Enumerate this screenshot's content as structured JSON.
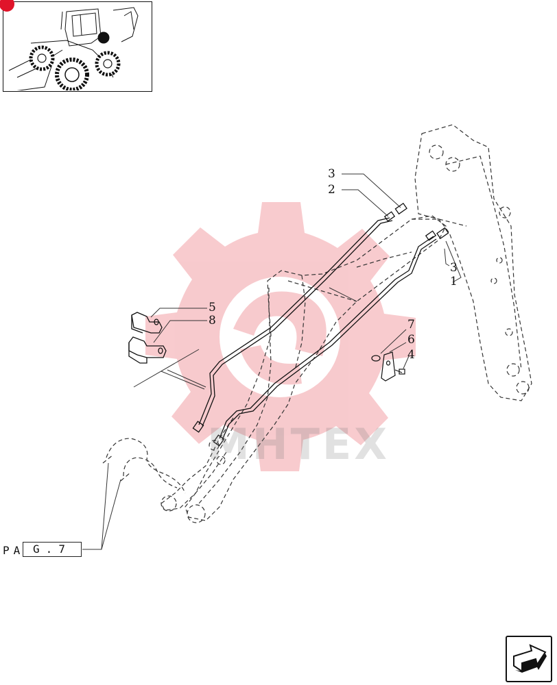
{
  "callouts": {
    "c3_top": "3",
    "c2": "2",
    "c3_right": "3",
    "c1": "1",
    "c5": "5",
    "c8": "8",
    "c7": "7",
    "c6": "6",
    "c4": "4"
  },
  "page_ref": {
    "prefix": "PA",
    "value": "G.7"
  },
  "watermark": {
    "text": "MHTEX"
  },
  "colors": {
    "watermark": "#f2a0a6",
    "marker": "#e0142a"
  },
  "icons": {
    "nav": "next-page-arrow-icon",
    "thumbnail": "backhoe-loader-thumbnail"
  }
}
